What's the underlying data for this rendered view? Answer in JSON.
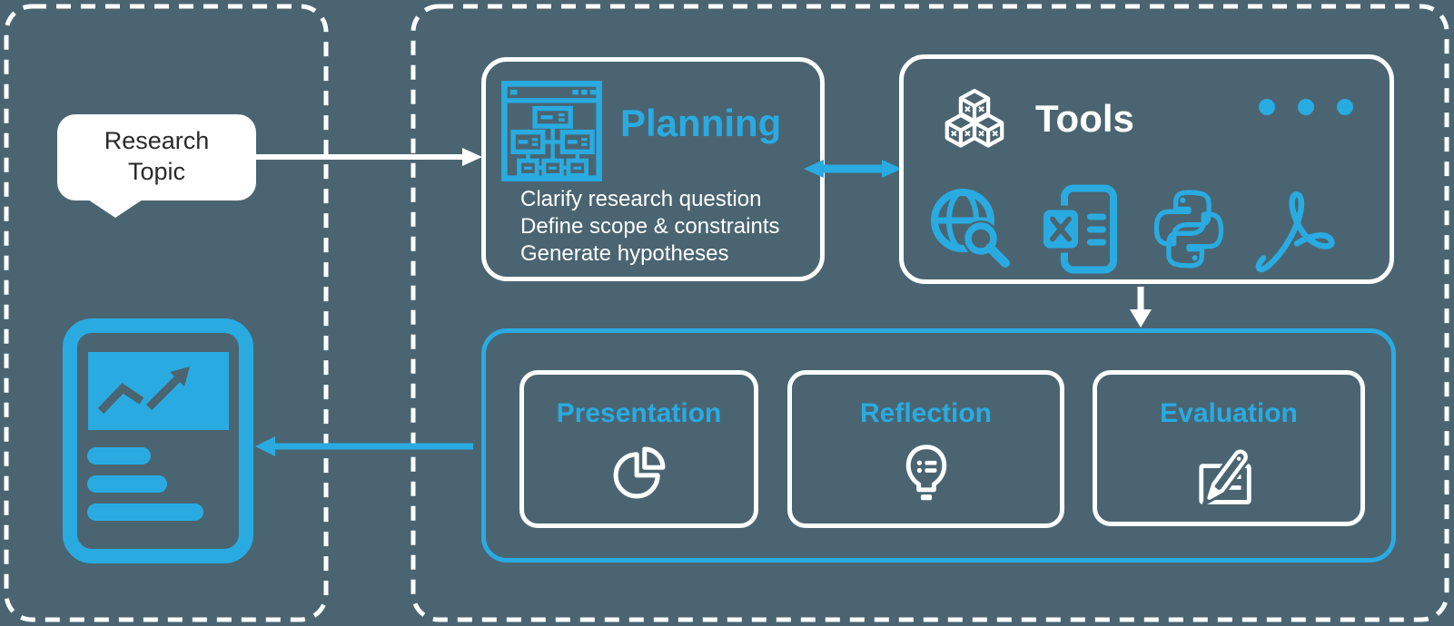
{
  "colors": {
    "background": "#4A6571",
    "accent_blue": "#29ABE2",
    "panel_border": "#FFFFFF",
    "bubble_text": "#2A2A2A"
  },
  "research_input": {
    "label": "Research Topic"
  },
  "planning": {
    "title": "Planning",
    "icon": "sitemap-browser",
    "tasks": [
      "Clarify research question",
      "Define scope & constraints",
      "Generate hypotheses"
    ]
  },
  "tools": {
    "title": "Tools",
    "header_icon": "cubes",
    "menu_dots_count": 3,
    "tool_icons": [
      "web-search",
      "spreadsheet",
      "python",
      "pdf"
    ]
  },
  "stages": {
    "boxes": [
      {
        "label": "Presentation",
        "icon": "pie-chart"
      },
      {
        "label": "Reflection",
        "icon": "lightbulb-notes"
      },
      {
        "label": "Evaluation",
        "icon": "edit-document"
      }
    ]
  },
  "output": {
    "icon": "report-document"
  }
}
